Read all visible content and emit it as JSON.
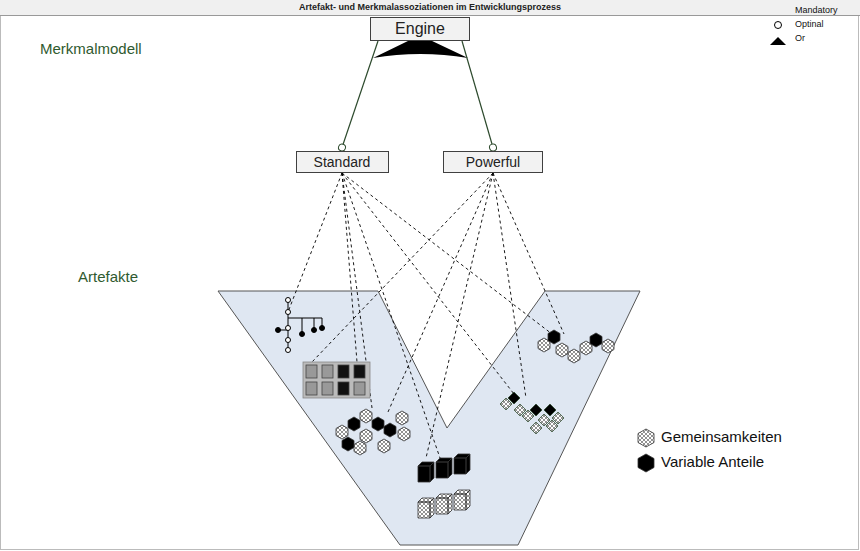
{
  "diagram": {
    "title": "Artefakt- und Merkmalassoziationen im Entwicklungsprozess",
    "nodes": [
      {
        "text": [
          "Engine"
        ]
      },
      {
        "text": [
          "Standard"
        ]
      },
      {
        "text": [
          "Powerful"
        ]
      }
    ],
    "edges": [
      {
        "from": 0,
        "to": 1,
        "arrow": "to"
      },
      {
        "from": 0,
        "to": 2,
        "arrow": "to"
      }
    ],
    "labels": [
      "Merkmalmodell",
      "Artefakte"
    ],
    "legend": [
      {
        "text": "Mandatory"
      },
      {
        "text": "Optinal"
      },
      {
        "text": "Or"
      },
      {
        "text": "Gemeinsamkeiten"
      },
      {
        "text": "Variable Anteile"
      }
    ]
  }
}
